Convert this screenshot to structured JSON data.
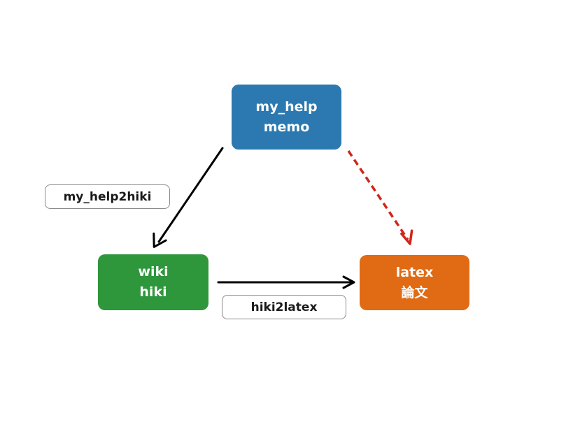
{
  "nodes": {
    "my_help": {
      "line1": "my_help",
      "line2": "memo",
      "color": "#2b79b0"
    },
    "wiki": {
      "line1": "wiki",
      "line2": "hiki",
      "color": "#2e963b"
    },
    "latex": {
      "line1": "latex",
      "line2": "論文",
      "color": "#e06b14"
    }
  },
  "edges": [
    {
      "from": "my_help",
      "to": "wiki",
      "label": "my_help2hiki",
      "style": "solid",
      "color": "#000000"
    },
    {
      "from": "wiki",
      "to": "latex",
      "label": "hiki2latex",
      "style": "solid",
      "color": "#000000"
    },
    {
      "from": "my_help",
      "to": "latex",
      "label": "",
      "style": "dashed",
      "color": "#d0261a"
    }
  ]
}
